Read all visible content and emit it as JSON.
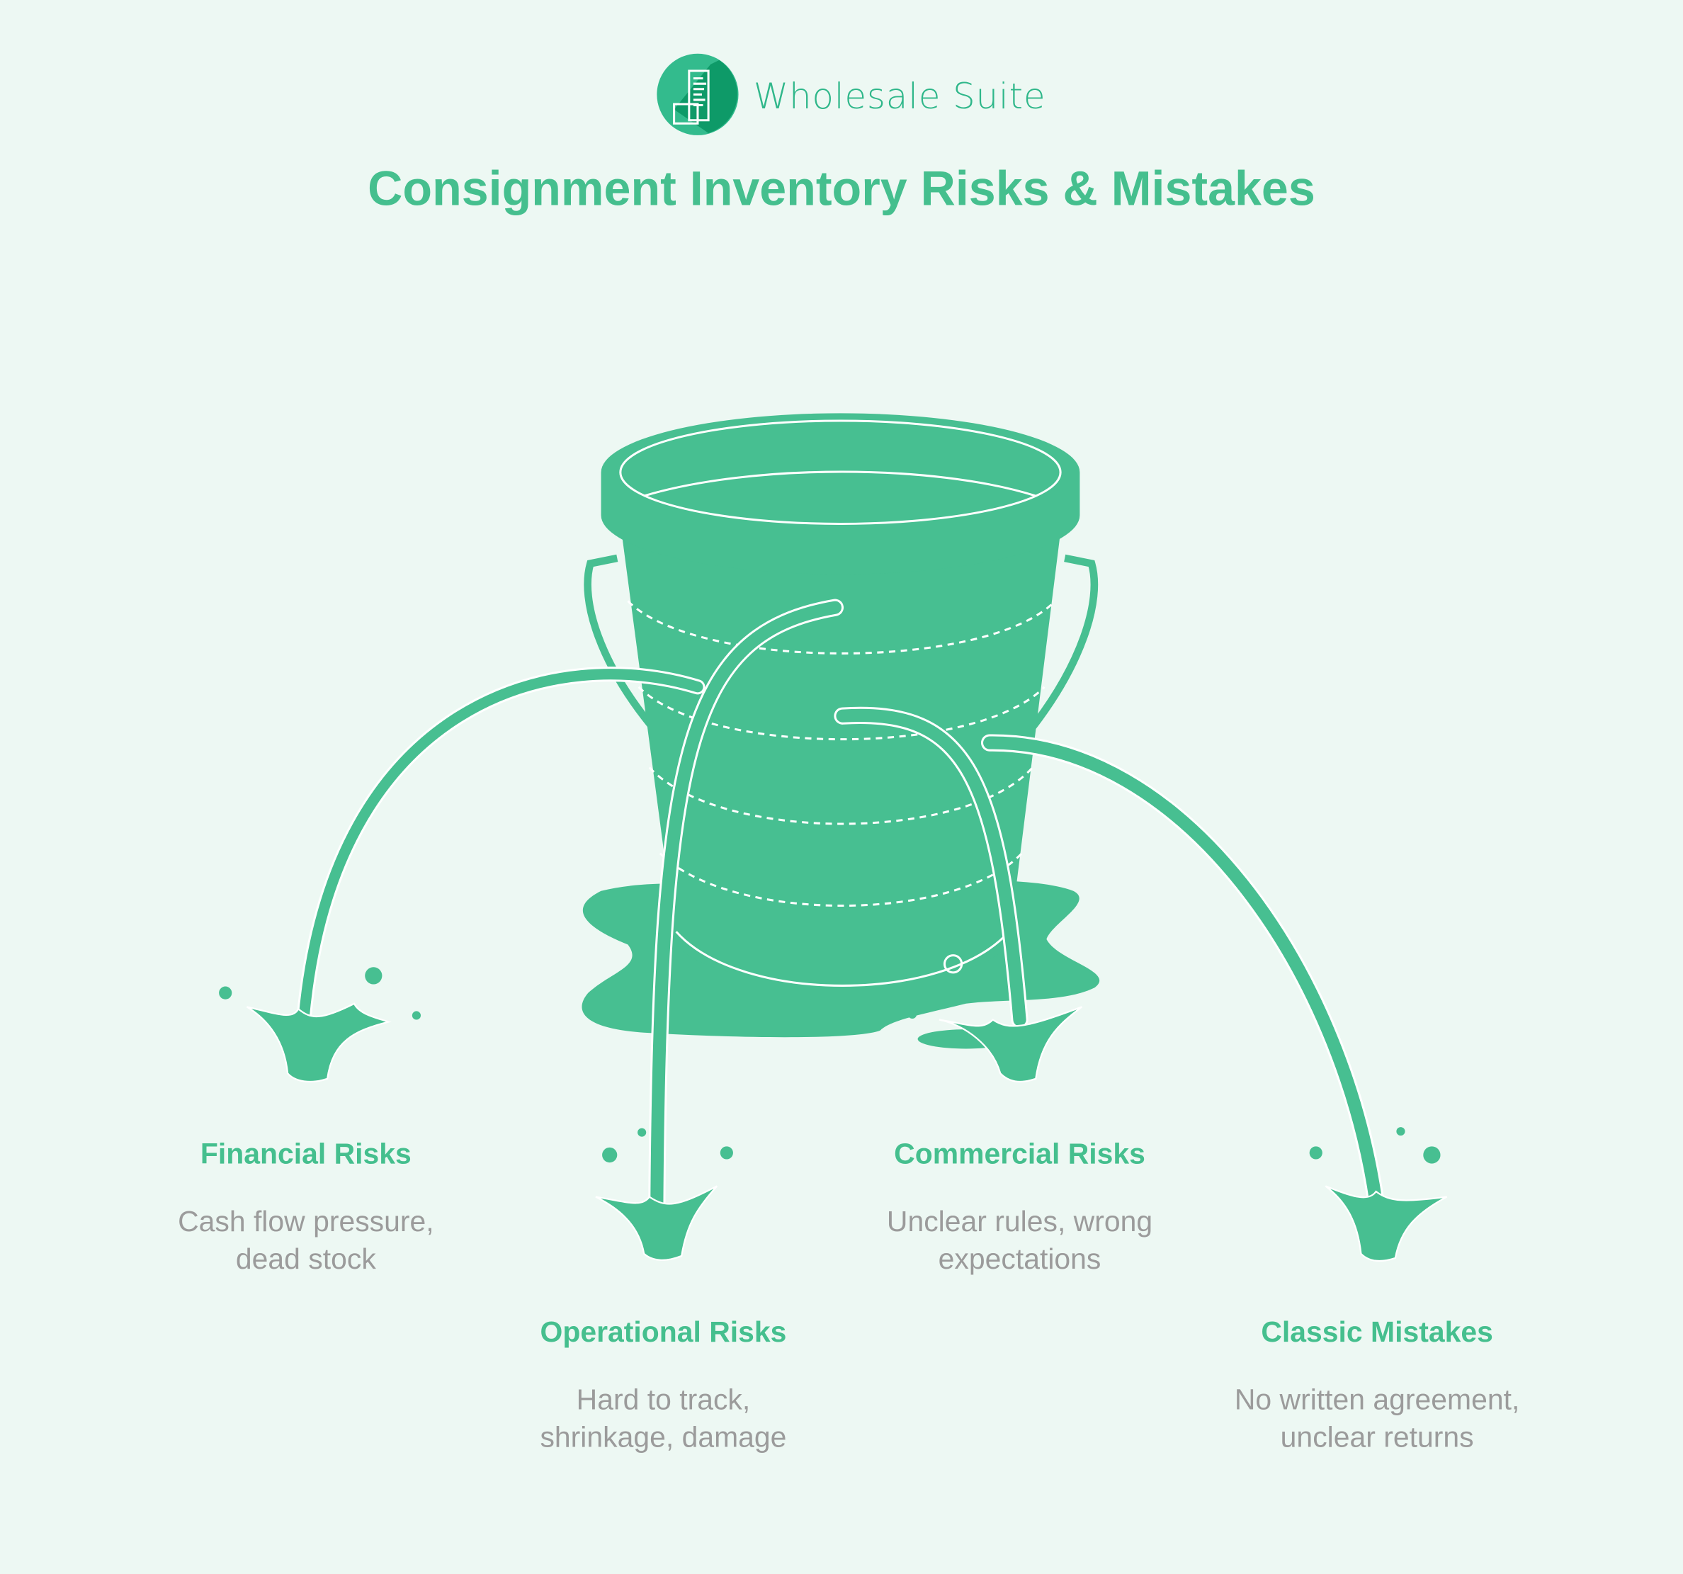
{
  "brand": {
    "name": "Wholesale Suite",
    "icon": "receipt-scroll-icon"
  },
  "title": "Consignment Inventory Risks & Mistakes",
  "colors": {
    "accent": "#47bf91",
    "background": "#edf8f3",
    "text_muted": "#9b9b9b"
  },
  "risks": [
    {
      "title": "Financial Risks",
      "desc": "Cash flow pressure, dead stock"
    },
    {
      "title": "Operational Risks",
      "desc": "Hard to track, shrinkage, damage"
    },
    {
      "title": "Commercial Risks",
      "desc": "Unclear rules, wrong expectations"
    },
    {
      "title": "Classic Mistakes",
      "desc": "No written agreement, unclear returns"
    }
  ]
}
